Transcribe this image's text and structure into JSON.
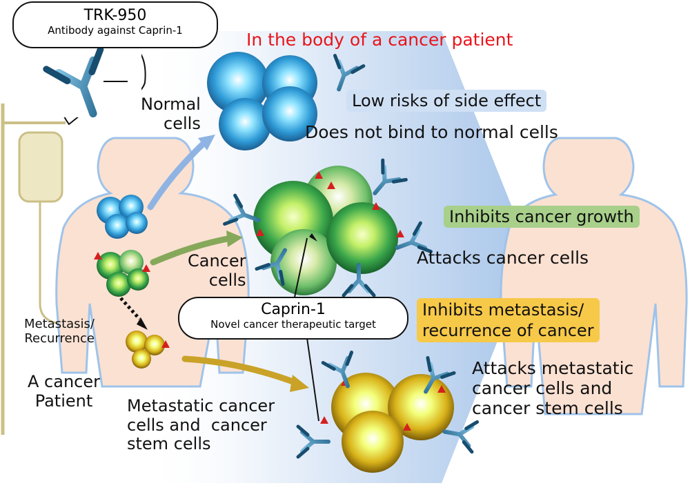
{
  "drug_callout": {
    "name": "TRK-950",
    "description": "Antibody against Caprin-1"
  },
  "scene_title": "In the body of a cancer patient",
  "normal": {
    "label": "Normal\ncells",
    "risk_badge": "Low risks of side effect",
    "note": "Does not bind to normal cells"
  },
  "cancer": {
    "label": "Cancer\ncells",
    "effect_badge": "Inhibits cancer growth",
    "note": "Attacks cancer cells"
  },
  "target_callout": {
    "name": "Caprin-1",
    "description": "Novel cancer therapeutic target"
  },
  "metastasis": {
    "effect_badge": "Inhibits metastasis/\nrecurrence of cancer",
    "note": "Attacks metastatic\ncancer cells and\ncancer stem cells",
    "label": "Metastatic cancer\ncells and  cancer\nstem cells"
  },
  "patient": {
    "progression_label": "Metastasis/\nRecurrence",
    "label": "A cancer\nPatient"
  },
  "colors": {
    "title_red": "#e8141b",
    "badge_blue": "#cfe0f5",
    "badge_green": "#a8d08a",
    "badge_yellow": "#f7c948",
    "arrow_blue": "#8fb4e3",
    "arrow_green": "#86a85a",
    "arrow_yellow": "#c9a227",
    "body_fill": "#fbe1d2",
    "body_outline": "#9ec3ea"
  }
}
